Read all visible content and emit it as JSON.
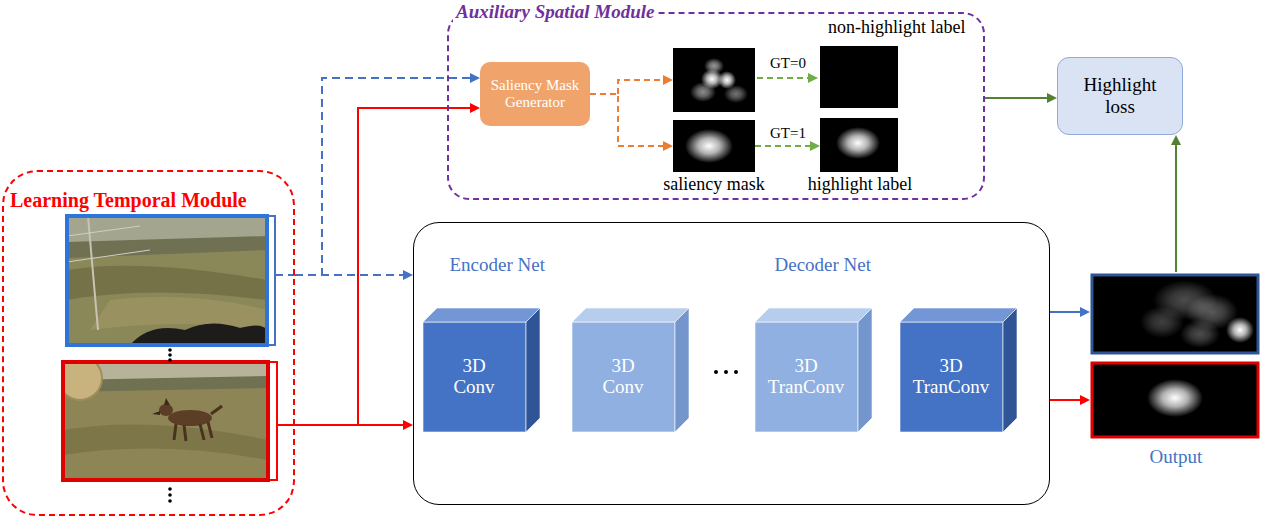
{
  "diagram": {
    "nodes": [
      {
        "text": [
          "Auxiliary Spatial Module"
        ]
      },
      {
        "text": [
          "Saliency Mask Generator"
        ],
        "in": 0
      },
      {
        "text": [
          "saliency mask"
        ],
        "in": 0
      },
      {
        "text": [
          "non-highlight label"
        ],
        "in": 0
      },
      {
        "text": [
          "highlight label"
        ],
        "in": 0
      },
      {
        "text": [
          "Highlight loss"
        ]
      },
      {
        "text": [
          "Learning Temporal Module"
        ]
      },
      {
        "text": [
          "Encoder Net",
          "Decoder Net"
        ]
      },
      {
        "text": [
          "3D Conv"
        ],
        "in": 7
      },
      {
        "text": [
          "3D Conv"
        ],
        "in": 7
      },
      {
        "text": [
          "3D TranConv"
        ],
        "in": 7
      },
      {
        "text": [
          "3D TranConv"
        ],
        "in": 7
      },
      {
        "text": [
          "Output"
        ]
      }
    ],
    "edges": [
      {
        "from": 6,
        "to": 1,
        "arrow": "to"
      },
      {
        "from": 6,
        "to": 1,
        "arrow": "to"
      },
      {
        "from": 6,
        "to": 7,
        "arrow": "to"
      },
      {
        "from": 6,
        "to": 7,
        "arrow": "to"
      },
      {
        "from": 1,
        "to": 2,
        "arrow": "to"
      },
      {
        "from": 2,
        "to": 4,
        "label": "GT=1",
        "arrow": "to"
      },
      {
        "from": 0,
        "to": 5,
        "arrow": "to"
      },
      {
        "from": 7,
        "to": 12,
        "arrow": "to"
      },
      {
        "from": 7,
        "to": 12,
        "arrow": "to"
      },
      {
        "from": 12,
        "to": 5,
        "arrow": "to"
      }
    ],
    "labels": [
      "GT=0"
    ]
  }
}
